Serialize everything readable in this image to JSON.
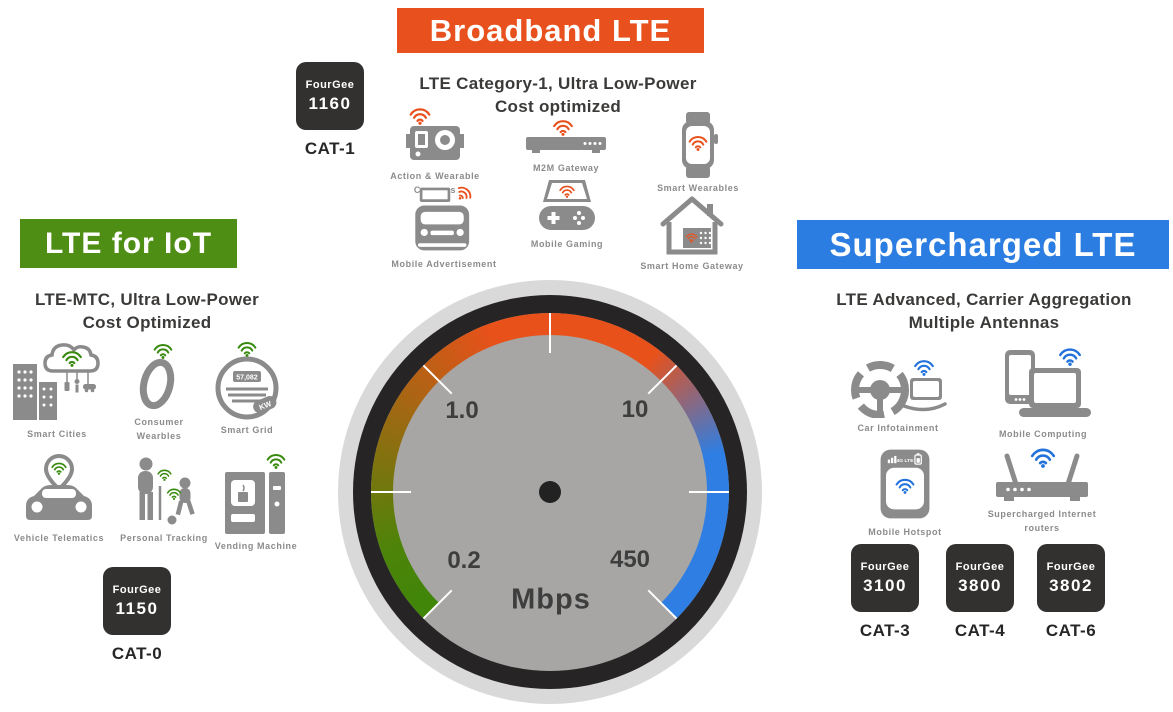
{
  "broadband": {
    "title": "Broadband LTE",
    "subtitle_line1": "LTE Category-1, Ultra Low-Power",
    "subtitle_line2": "Cost optimized",
    "accent_color": "#E8511D",
    "chip": {
      "brand": "FourGee",
      "model": "1160",
      "category": "CAT-1"
    },
    "items": [
      {
        "label": "Action & Wearable Cameras",
        "icon": "camera-icon"
      },
      {
        "label": "M2M Gateway",
        "icon": "gateway-icon"
      },
      {
        "label": "Smart Wearables",
        "icon": "smartwatch-icon"
      },
      {
        "label": "Mobile Advertisement",
        "icon": "van-icon"
      },
      {
        "label": "Mobile Gaming",
        "icon": "game-controller-icon"
      },
      {
        "label": "Smart Home Gateway",
        "icon": "smart-home-icon"
      }
    ]
  },
  "iot": {
    "title": "LTE for IoT",
    "subtitle_line1": "LTE-MTC, Ultra Low-Power",
    "subtitle_line2": "Cost Optimized",
    "accent_color": "#4E8E14",
    "chip": {
      "brand": "FourGee",
      "model": "1150",
      "category": "CAT-0"
    },
    "meter_reading": "57,082",
    "meter_unit": "KW",
    "items": [
      {
        "label": "Smart Cities",
        "icon": "smart-city-icon"
      },
      {
        "label": "Consumer Wearbles",
        "icon": "wristband-icon"
      },
      {
        "label": "Smart Grid",
        "icon": "smart-meter-icon"
      },
      {
        "label": "Vehicle Telematics",
        "icon": "car-pin-icon"
      },
      {
        "label": "Personal Tracking",
        "icon": "person-tracking-icon"
      },
      {
        "label": "Vending Machine",
        "icon": "vending-machine-icon"
      }
    ]
  },
  "supercharged": {
    "title": "Supercharged LTE",
    "subtitle_line1": "LTE Advanced, Carrier Aggregation",
    "subtitle_line2": "Multiple Antennas",
    "accent_color": "#2B7DE1",
    "hotspot_badge": "4G LTE",
    "items": [
      {
        "label": "Car Infotainment",
        "icon": "car-infotainment-icon"
      },
      {
        "label": "Mobile Computing",
        "icon": "mobile-computing-icon"
      },
      {
        "label": "Mobile Hotspot",
        "icon": "mobile-hotspot-icon"
      },
      {
        "label": "Supercharged Internet routers",
        "icon": "router-icon"
      }
    ],
    "chips": [
      {
        "brand": "FourGee",
        "model": "3100",
        "category": "CAT-3"
      },
      {
        "brand": "FourGee",
        "model": "3800",
        "category": "CAT-4"
      },
      {
        "brand": "FourGee",
        "model": "3802",
        "category": "CAT-6"
      }
    ]
  },
  "gauge": {
    "unit_label": "Mbps",
    "tick_labels": {
      "upper_left": "1.0",
      "upper_right": "10",
      "lower_left": "0.2",
      "lower_right": "450"
    },
    "colors": {
      "low_arc": "#3F8609",
      "mid_arc": "#E8511A",
      "high_arc": "#2E7EE3",
      "face": "#A7A6A5",
      "ring": "#262424",
      "halo": "#D9D9D9"
    }
  }
}
